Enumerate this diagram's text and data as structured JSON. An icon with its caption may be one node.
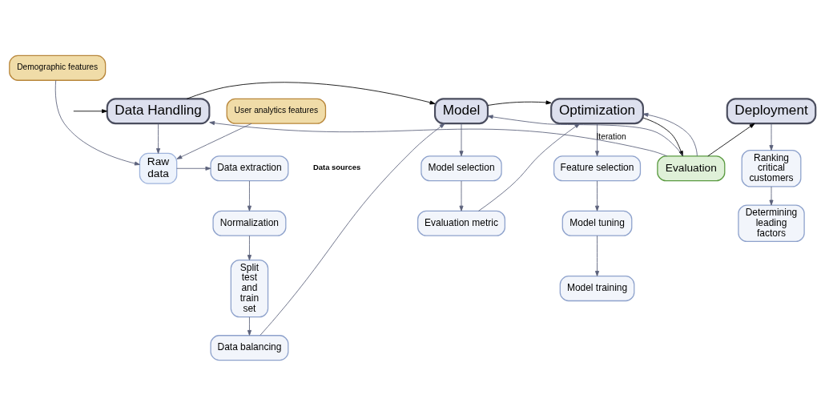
{
  "diagram": {
    "nodes": [
      {
        "text": [
          "Data Handling"
        ]
      },
      {
        "text": [
          "Model"
        ]
      },
      {
        "text": [
          "Optimization"
        ]
      },
      {
        "text": [
          "Evaluation"
        ]
      },
      {
        "text": [
          "Deployment"
        ]
      },
      {
        "text": [
          "Raw data"
        ]
      },
      {
        "text": [
          "Data extraction"
        ]
      },
      {
        "text": [
          "Normalization"
        ]
      },
      {
        "text": [
          "Split test and train set"
        ]
      },
      {
        "text": [
          "Data balancing"
        ]
      },
      {
        "text": [
          "Demographic features"
        ]
      },
      {
        "text": [
          "User analytics features"
        ]
      },
      {
        "text": [
          "Model selection"
        ]
      },
      {
        "text": [
          "Evaluation metric"
        ]
      },
      {
        "text": [
          "Feature selection"
        ]
      },
      {
        "text": [
          "Model tuning"
        ]
      },
      {
        "text": [
          "Model training"
        ]
      },
      {
        "text": [
          "Ranking critical customers"
        ]
      },
      {
        "text": [
          "Determining leading factors"
        ]
      }
    ],
    "edges": [
      {
        "from": null,
        "to": 0,
        "arrow": "to",
        "color": "#000000"
      },
      {
        "from": 0,
        "to": 1,
        "arrow": "to",
        "color": "#000000"
      },
      {
        "from": 1,
        "to": 2,
        "arrow": "to",
        "color": "#000000"
      },
      {
        "from": 2,
        "to": 3,
        "arrow": "to",
        "color": "#000000"
      },
      {
        "from": 3,
        "to": 4,
        "arrow": "to",
        "color": "#000000"
      },
      {
        "from": 3,
        "to": 0,
        "arrow": "to",
        "label": "Iteration"
      },
      {
        "from": 3,
        "to": 1,
        "arrow": "to"
      },
      {
        "from": 3,
        "to": 2,
        "arrow": "to"
      },
      {
        "from": 0,
        "to": 5,
        "arrow": "to"
      },
      {
        "from": 10,
        "to": 5,
        "arrow": "to"
      },
      {
        "from": 11,
        "to": 5,
        "arrow": "to"
      },
      {
        "from": 5,
        "to": 6,
        "arrow": "to"
      },
      {
        "from": 6,
        "to": 7,
        "arrow": "to"
      },
      {
        "from": 7,
        "to": 8,
        "arrow": "to"
      },
      {
        "from": 8,
        "to": 9,
        "arrow": "to"
      },
      {
        "from": 9,
        "to": 1,
        "arrow": "to"
      },
      {
        "from": 1,
        "to": 12,
        "arrow": "to"
      },
      {
        "from": 12,
        "to": 13,
        "arrow": "to"
      },
      {
        "from": 13,
        "to": 2,
        "arrow": "to"
      },
      {
        "from": 2,
        "to": 14,
        "arrow": "to"
      },
      {
        "from": 14,
        "to": 15,
        "arrow": "to"
      },
      {
        "from": 15,
        "to": 16,
        "arrow": "to"
      },
      {
        "from": 4,
        "to": 17,
        "arrow": "to"
      },
      {
        "from": 17,
        "to": 18,
        "arrow": "to"
      }
    ],
    "labels": [
      "Data sources"
    ]
  }
}
